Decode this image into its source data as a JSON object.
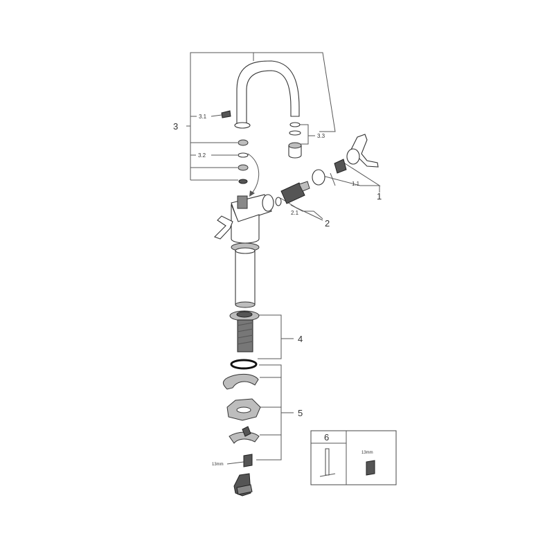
{
  "callouts": {
    "c1": "1",
    "c1_1": "1.1",
    "c2": "2",
    "c2_1": "2.1",
    "c3": "3",
    "c3_1": "3.1",
    "c3_2": "3.2",
    "c3_3": "3.3",
    "c4": "4",
    "c5": "5",
    "wrench_size_main": "13mm"
  },
  "tool_box": {
    "number": "6",
    "wrench_size": "13mm"
  }
}
